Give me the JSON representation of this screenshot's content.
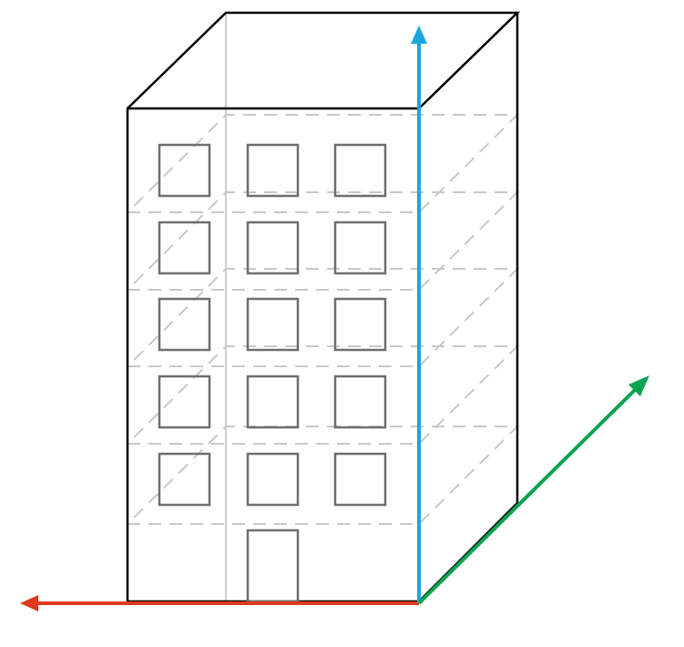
{
  "diagram": {
    "subject": "building-3d-axes",
    "floors_with_windows": 5,
    "window_columns": 3,
    "has_door": true,
    "axes": [
      {
        "id": "x-axis",
        "color": "#e03a1e",
        "direction": "left"
      },
      {
        "id": "y-axis",
        "color": "#0aa34f",
        "direction": "depth"
      },
      {
        "id": "z-axis",
        "color": "#1aa7e0",
        "direction": "up"
      }
    ],
    "colors": {
      "outline": "#000000",
      "hidden_edges": "#cccccc",
      "windows": "#6e6e6e",
      "floor_planes": "#c8c8c8"
    }
  }
}
